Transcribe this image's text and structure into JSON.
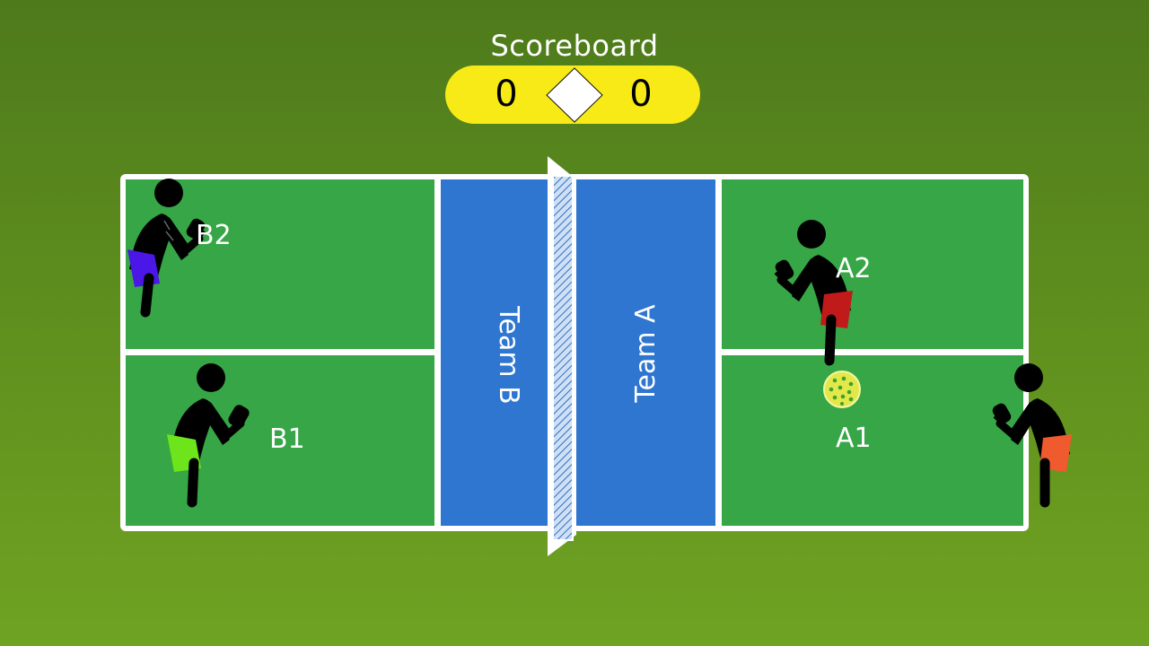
{
  "scoreboard": {
    "title": "Scoreboard",
    "team_b_score": "0",
    "team_a_score": "0",
    "color": "#f7ea16"
  },
  "court": {
    "court_color": "#37a646",
    "kitchen_color": "#2f76d1",
    "line_color": "#ffffff",
    "teams": {
      "left": "Team B",
      "right": "Team A"
    }
  },
  "players": [
    {
      "label": "B2",
      "shorts_color": "#4a17e6",
      "icon": "player-paddle-icon"
    },
    {
      "label": "B1",
      "shorts_color": "#6de51a",
      "icon": "player-paddle-icon"
    },
    {
      "label": "A2",
      "shorts_color": "#c01a1a",
      "icon": "player-paddle-icon"
    },
    {
      "label": "A1",
      "shorts_color": "#ef5a2e",
      "icon": "player-paddle-icon"
    }
  ],
  "ball": {
    "icon": "pickleball-icon",
    "color": "#e3e84a"
  },
  "serve_indicator": {
    "icon": "diamond-icon"
  }
}
